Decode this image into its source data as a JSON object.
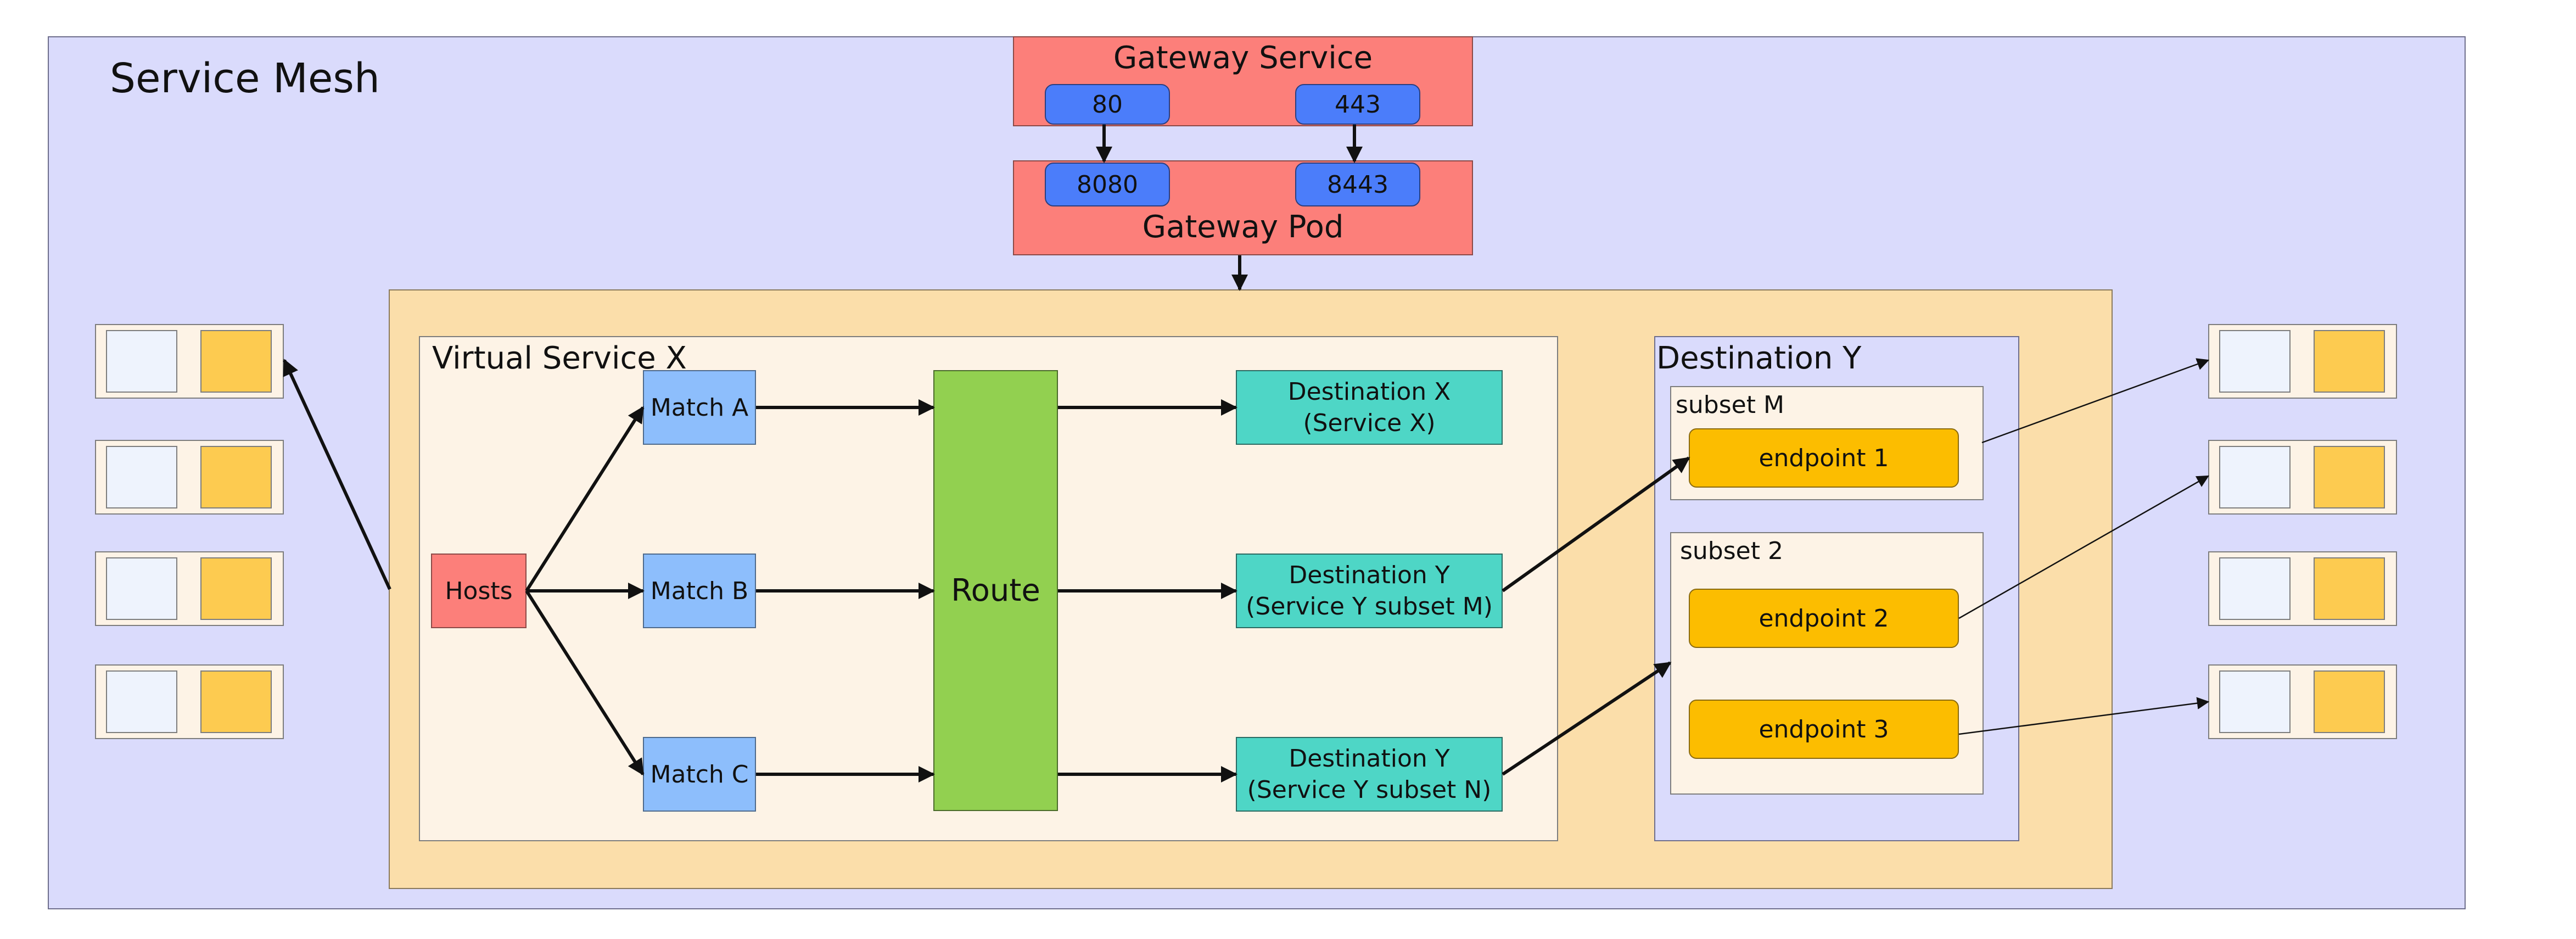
{
  "mesh": {
    "title": "Service Mesh"
  },
  "gateway_service": {
    "title": "Gateway Service",
    "ports": [
      "80",
      "443"
    ]
  },
  "gateway_pod": {
    "title": "Gateway Pod",
    "ports": [
      "8080",
      "8443"
    ]
  },
  "virtual_service": {
    "title": "Virtual Service X",
    "hosts": "Hosts",
    "matches": [
      "Match A",
      "Match B",
      "Match C"
    ],
    "route": "Route",
    "destinations": [
      {
        "line1": "Destination X",
        "line2": "(Service X)"
      },
      {
        "line1": "Destination Y",
        "line2": "(Service Y subset M)"
      },
      {
        "line1": "Destination Y",
        "line2": "(Service Y subset N)"
      }
    ]
  },
  "destination_y": {
    "title": "Destination Y",
    "subsets": [
      {
        "label": "subset M",
        "endpoints": [
          "endpoint 1"
        ]
      },
      {
        "label": "subset 2",
        "endpoints": [
          "endpoint 2",
          "endpoint 3"
        ]
      }
    ]
  },
  "colors": {
    "mesh_bg": "#dadbfc",
    "gateway": "#fc7f7a",
    "port": "#4b7dfa",
    "region": "#fbdeaa",
    "match": "#8dbefc",
    "route": "#92d050",
    "destination": "#4ed6c6",
    "endpoint": "#fcbd00",
    "pod_container": "#fdcb50"
  }
}
